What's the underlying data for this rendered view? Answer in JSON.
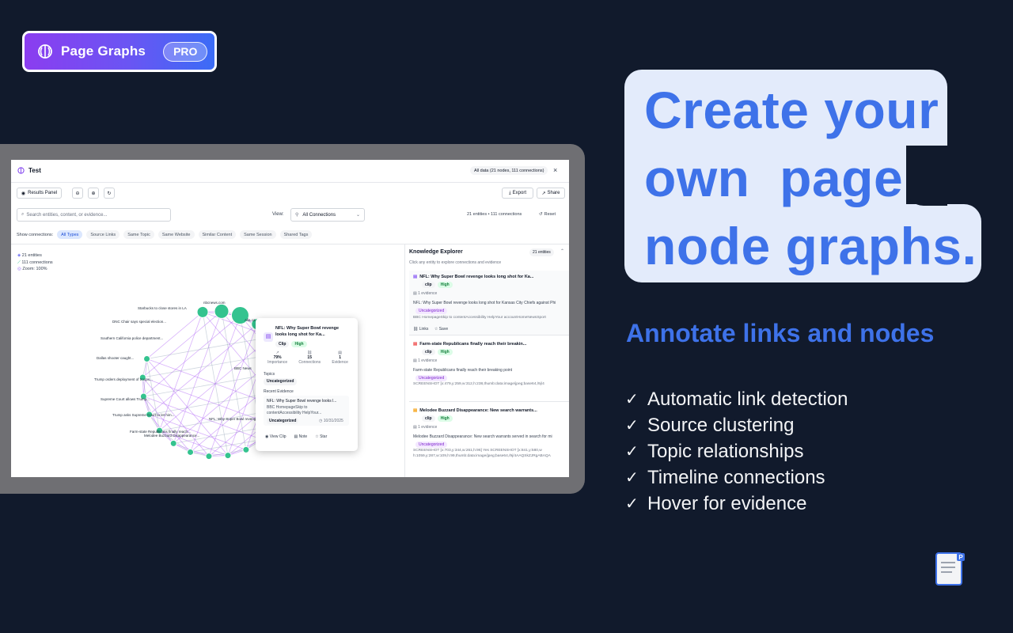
{
  "badge": {
    "title": "Page Graphs",
    "pro_label": "PRO",
    "logo_icon": "brain-icon"
  },
  "headline": {
    "line1": "Create your",
    "line2": "own  page",
    "line3": "node graphs."
  },
  "subheading": "Annotate links and nodes",
  "features": [
    "Automatic link detection",
    "Source clustering",
    "Topic relationships",
    "Timeline connections",
    "Hover for evidence"
  ],
  "colors": {
    "background": "#111a2c",
    "accent": "#3e72e9",
    "headline_bg": "#e3ebfb",
    "badge_gradient_start": "#8b3df0",
    "badge_gradient_end": "#3b6cf6"
  },
  "app": {
    "window_title": "Test",
    "data_badge": "All data (21 nodes, 111 connections)",
    "toolbar": {
      "results_panel": "Results Panel",
      "export": "Export",
      "share": "Share"
    },
    "search_placeholder": "Search entities, content, or evidence...",
    "view_label": "View:",
    "view_value": "All Connections",
    "counts": "21 entities • 111 connections",
    "reset": "Reset",
    "show_connections_label": "Show connections:",
    "filters": [
      "All Types",
      "Source Links",
      "Same Topic",
      "Same Website",
      "Similar Content",
      "Same Session",
      "Shared Tags"
    ],
    "stats": {
      "entities": "21 entities",
      "connections": "111 connections",
      "zoom": "Zoom: 100%"
    },
    "graph_labels": [
      "Starbucks to close stores in LA",
      "DNC Chair says special election...",
      "Southern California police department...",
      "Dallas shooter caught...",
      "Trump orders deployment of troops...",
      "Supreme Court allows Trump...",
      "Trump asks Supreme Court to let him...",
      "Farm-state Republicans finally reach...",
      "Melodee Buzzard Disappearance...",
      "nbcnews.com",
      "NFL: Why Super Bowl revenge",
      "BBC News",
      "Alla ca"
    ],
    "popup": {
      "title": "NFL: Why Super Bowl revenge looks long shot for Ka...",
      "tag_type": "Clip",
      "tag_priority": "High",
      "importance_value": "79%",
      "importance_label": "Importance",
      "connections_value": "15",
      "connections_label": "Connections",
      "evidence_value": "1",
      "evidence_label": "Evidence",
      "topics_label": "Topics",
      "topic": "Uncategorized",
      "recent_label": "Recent Evidence",
      "recent_title": "NFL: Why Super Bowl revenge looks l...",
      "recent_snippet": "BBC HomepageSkip to contentAccessibility HelpYour...",
      "recent_tag": "Uncategorized",
      "recent_date": "10/31/2025",
      "actions": [
        "View Clip",
        "Note",
        "Star"
      ]
    },
    "explorer": {
      "title": "Knowledge Explorer",
      "count_badge": "21 entities",
      "hint": "Click any entity to explore connections and evidence",
      "cards": [
        {
          "title": "NFL: Why Super Bowl revenge looks long shot for Ka...",
          "type": "clip",
          "priority": "High",
          "evidence": "1 evidence",
          "snippet": "NFL: Why Super Bowl revenge looks long shot for Kansas City Chiefs against Phi",
          "tag": "Uncategorized",
          "detail": "BBC HomepageSkip to contentAccessibility HelpYour accountHomeNewsSport",
          "actions": [
            "Links",
            "Save"
          ]
        },
        {
          "title": "Farm-state Republicans finally reach their breakin...",
          "type": "clip",
          "priority": "High",
          "evidence": "1 evidence",
          "snippet": "Farm-state Republicans finally reach their breaking point",
          "tag": "Uncategorized",
          "detail": "SCREENSHOT [x:479,y:259,w:312,h:238,thumb:data:image/jpeg;base64,/9j/4"
        },
        {
          "title": "Melodee Buzzard Disappearance: New search warrants...",
          "type": "clip",
          "priority": "High",
          "evidence": "1 evidence",
          "snippet": "Melodee Buzzard Disappearance: New search warrants served in search for mi",
          "tag": "Uncategorized",
          "detail": "SCREENSHOT [x:703,y:344,w:261,h:96] Yes SCREENSHOT [x:841,y:580,w",
          "detail2": "h:1059,y:287,w:109,h:99,thumb:data:image/jpeg;base64,/9j/4AAQSkZJRgABAQA"
        }
      ]
    }
  }
}
